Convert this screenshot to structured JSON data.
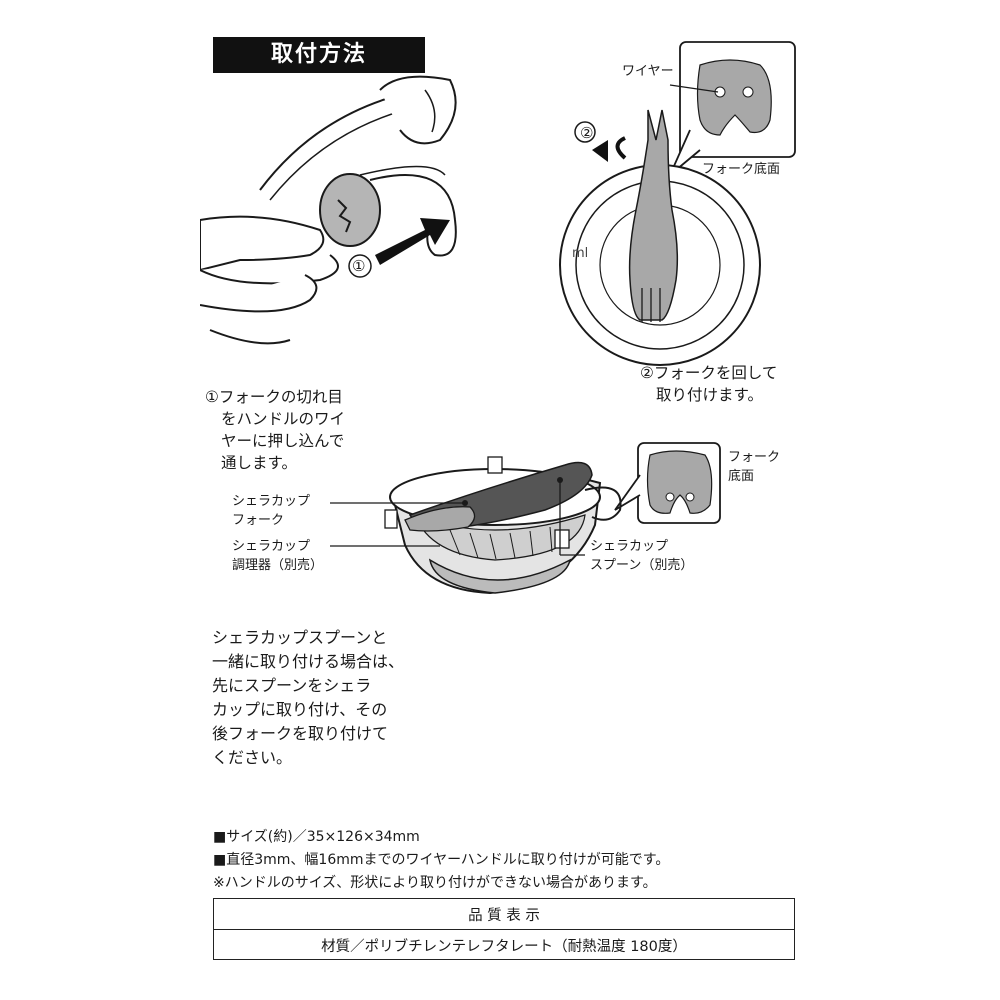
{
  "header": {
    "title": "取付方法"
  },
  "step1": {
    "marker": "①",
    "lines": [
      "①フォークの切れ目",
      "をハンドルのワイ",
      "ヤーに押し込んで",
      "通します。"
    ]
  },
  "step2": {
    "marker": "②",
    "wire_label": "ワイヤー",
    "fork_bottom_label": "フォーク底面",
    "lines": [
      "②フォークを回して",
      "取り付けます。"
    ],
    "cup_marks": "ml"
  },
  "assembly": {
    "fork_bottom_label_lines": [
      "フォーク",
      "底面"
    ],
    "labels": {
      "sierra_fork": [
        "シェラカップ",
        "フォーク"
      ],
      "sierra_cooker": [
        "シェラカップ",
        "調理器（別売）"
      ],
      "sierra_spoon": [
        "シェラカップ",
        "スプーン（別売）"
      ]
    }
  },
  "note": {
    "lines": [
      "シェラカップスプーンと",
      "一緒に取り付ける場合は、",
      "先にスプーンをシェラ",
      "カップに取り付け、その",
      "後フォークを取り付けて",
      "ください。"
    ]
  },
  "specs": {
    "size": "■サイズ(約)／35×126×34mm",
    "diameter": "■直径3mm、幅16mmまでのワイヤーハンドルに取り付けが可能です。",
    "caution": "※ハンドルのサイズ、形状により取り付けができない場合があります。"
  },
  "quality_table": {
    "title": "品 質 表 示",
    "material": "材質／ポリブチレンテレフタレート（耐熱温度 180度）"
  },
  "colors": {
    "fork_gray": "#a8a8a8",
    "line": "#1a1a1a",
    "header_bg": "#111111"
  }
}
